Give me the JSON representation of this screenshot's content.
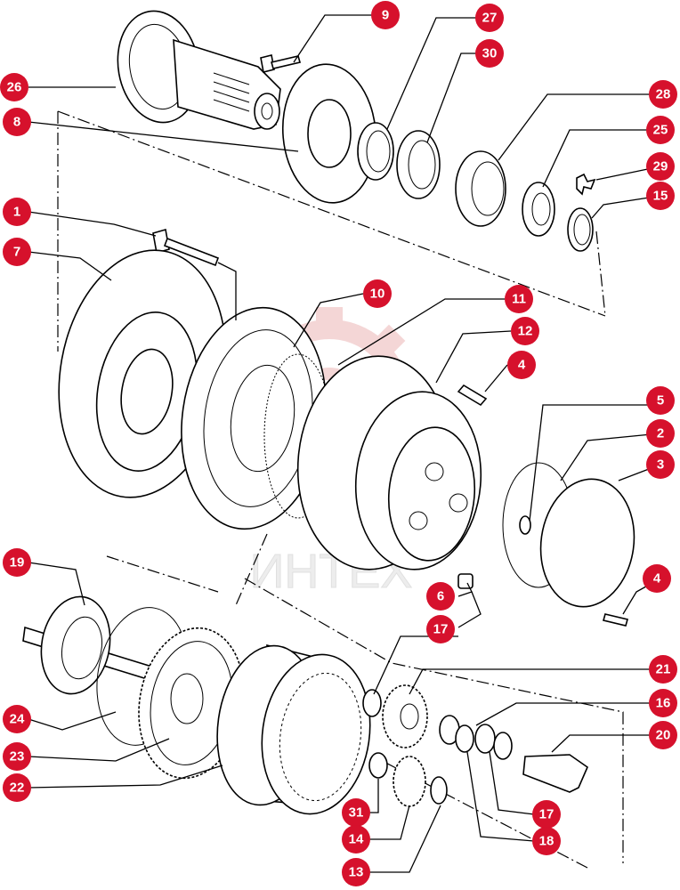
{
  "watermark": {
    "text": "ИНТЕХ",
    "color": "#e8a6a6"
  },
  "callout_color": "#d6112c",
  "callouts": [
    {
      "id": "c9",
      "label": "9"
    },
    {
      "id": "c27",
      "label": "27"
    },
    {
      "id": "c30",
      "label": "30"
    },
    {
      "id": "c26",
      "label": "26"
    },
    {
      "id": "c28",
      "label": "28"
    },
    {
      "id": "c8",
      "label": "8"
    },
    {
      "id": "c25",
      "label": "25"
    },
    {
      "id": "c29",
      "label": "29"
    },
    {
      "id": "c1",
      "label": "1"
    },
    {
      "id": "c15",
      "label": "15"
    },
    {
      "id": "c7",
      "label": "7"
    },
    {
      "id": "c10",
      "label": "10"
    },
    {
      "id": "c11",
      "label": "11"
    },
    {
      "id": "c12",
      "label": "12"
    },
    {
      "id": "c4a",
      "label": "4"
    },
    {
      "id": "c5",
      "label": "5"
    },
    {
      "id": "c2",
      "label": "2"
    },
    {
      "id": "c3",
      "label": "3"
    },
    {
      "id": "c19",
      "label": "19"
    },
    {
      "id": "c4b",
      "label": "4"
    },
    {
      "id": "c6",
      "label": "6"
    },
    {
      "id": "c17a",
      "label": "17"
    },
    {
      "id": "c21",
      "label": "21"
    },
    {
      "id": "c16",
      "label": "16"
    },
    {
      "id": "c24",
      "label": "24"
    },
    {
      "id": "c20",
      "label": "20"
    },
    {
      "id": "c23",
      "label": "23"
    },
    {
      "id": "c22",
      "label": "22"
    },
    {
      "id": "c17b",
      "label": "17"
    },
    {
      "id": "c31",
      "label": "31"
    },
    {
      "id": "c18",
      "label": "18"
    },
    {
      "id": "c14",
      "label": "14"
    },
    {
      "id": "c13",
      "label": "13"
    }
  ]
}
